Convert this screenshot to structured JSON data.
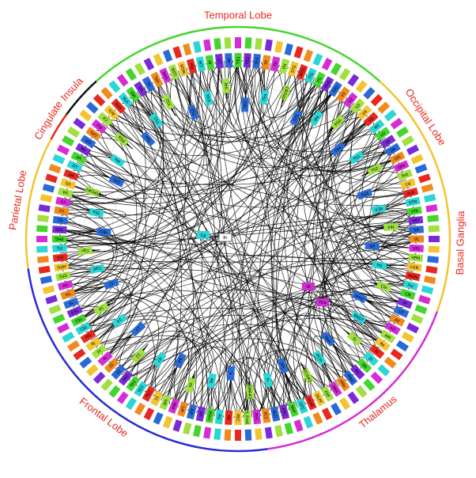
{
  "regions": [
    {
      "label": "Temporal Lobe",
      "color": "#44d62c"
    },
    {
      "label": "Occipital Lobe",
      "color": "#f4c430"
    },
    {
      "label": "Basal Ganglia",
      "color": "#f4c430"
    },
    {
      "label": "Thalamus",
      "color": "#d62cd6"
    },
    {
      "label": "Frontal Lobe",
      "color": "#2a2ad6"
    },
    {
      "label": "Parietal Lobe",
      "color": "#f4c430"
    },
    {
      "label": "Cingulate",
      "color": "#e8281e"
    },
    {
      "label": "Insula",
      "color": "#111111"
    }
  ],
  "palette": [
    "#e8281e",
    "#44d62c",
    "#2a6ad6",
    "#d62cd6",
    "#f4c430",
    "#2ad6d6",
    "#7a2ad6",
    "#f08a1c",
    "#a0e040"
  ],
  "outer_labels": [
    "TE1",
    "TE2",
    "TE3",
    "TF",
    "TH",
    "PH",
    "STG",
    "MTG",
    "ITG",
    "FG",
    "PHG",
    "TPO",
    "V1",
    "V2",
    "V3",
    "V4",
    "V5",
    "MT",
    "LO",
    "VP",
    "SN",
    "GPi",
    "GPe",
    "Put",
    "Cd",
    "Acb",
    "STN",
    "VTA",
    "MD",
    "VA",
    "VL",
    "VPL",
    "VPM",
    "LGN",
    "MGN",
    "Pul",
    "CM",
    "Pf",
    "LP",
    "AV",
    "AD",
    "AM",
    "Re",
    "Rt",
    "ZI",
    "SM",
    "MC",
    "PMd",
    "PMv",
    "SMA",
    "FEF",
    "DLPF",
    "VLPF",
    "OFC",
    "MPF",
    "FPC",
    "ACC",
    "PCC",
    "RSC",
    "5_Foot",
    "PEC",
    "PE",
    "PG",
    "PGm",
    "PF",
    "AIP",
    "LIP",
    "MIP",
    "VIP",
    "31",
    "23a",
    "23b",
    "24a",
    "24b",
    "25",
    "32",
    "Ia",
    "Id",
    "Ig",
    "Ins"
  ],
  "inner_labels": [
    "TEO",
    "TEa",
    "TPO#2",
    "STS",
    "IPa",
    "PGa",
    "TAa",
    "TS1",
    "TS2",
    "TS3",
    "V3A",
    "V4t",
    "DP",
    "PO",
    "Cla",
    "Amy",
    "BNST",
    "SI",
    "Hyp",
    "PCm",
    "PCd#2",
    "SPL",
    "Fr",
    "SMA#2",
    "9",
    "46",
    "45",
    "44",
    "47",
    "12",
    "13",
    "14",
    "10",
    "11",
    "Cgd",
    "Cgv"
  ],
  "hub_labels": {
    "a": "Br",
    "b": "Ol",
    "c": "Tha",
    "d": "Cg"
  }
}
